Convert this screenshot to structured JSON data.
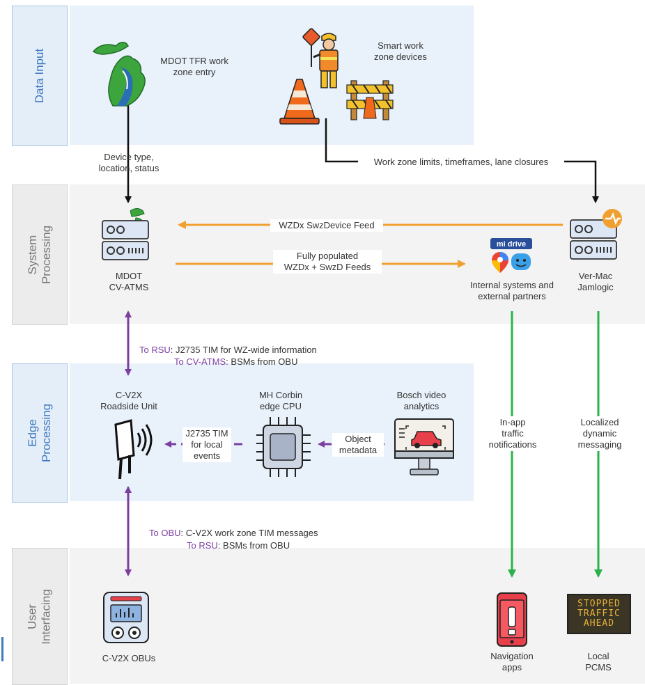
{
  "lanes": {
    "data_input": "Data Input",
    "system_processing": "System\nProcessing",
    "edge_processing": "Edge\nProcessing",
    "user_interfacing": "User\nInterfacing"
  },
  "nodes": {
    "mdot_tfr": "MDOT TFR work\nzone entry",
    "smart_devices": "Smart work\nzone devices",
    "mdot_cvatms": "MDOT\nCV-ATMS",
    "internal_systems": "Internal systems and\nexternal partners",
    "vermac": "Ver-Mac\nJamlogic",
    "rsu": "C-V2X\nRoadside Unit",
    "mh_corbin": "MH Corbin\nedge CPU",
    "bosch": "Bosch video\nanalytics",
    "obus": "C-V2X OBUs",
    "nav_apps": "Navigation\napps",
    "local_pcms": "Local\nPCMS"
  },
  "edges": {
    "device_type": "Device type,\nlocation, status",
    "work_zone_limits": "Work zone limits, timeframes, lane closures",
    "wzdx_swzdevice": "WZDx SwzDevice Feed",
    "fully_populated": "Fully populated\nWZDx + SwzD Feeds",
    "rsu_prefix_1": "To RSU",
    "rsu_text_1": ": J2735 TIM for WZ-wide information",
    "cvatms_prefix": "To CV-ATMS",
    "cvatms_text": ": BSMs from OBU",
    "j2735_local": "J2735 TIM\nfor local\nevents",
    "object_metadata": "Object\nmetadata",
    "inapp": "In-app\ntraffic\nnotifications",
    "localized": "Localized\ndynamic\nmessaging",
    "obu_prefix": "To OBU",
    "obu_text": ": C-V2X work zone TIM messages",
    "rsu_prefix_2": "To RSU",
    "rsu_text_2": ": BSMs from OBU"
  },
  "icons": {
    "mi_drive_text": "mi drive",
    "pcms_line1": "STOPPED",
    "pcms_line2": "TRAFFIC",
    "pcms_line3": "AHEAD"
  },
  "colors": {
    "orange": "#f0a030",
    "purple": "#7b3fa0",
    "green": "#2ab24a",
    "black": "#111111",
    "lane_blue": "#3f79bf"
  }
}
